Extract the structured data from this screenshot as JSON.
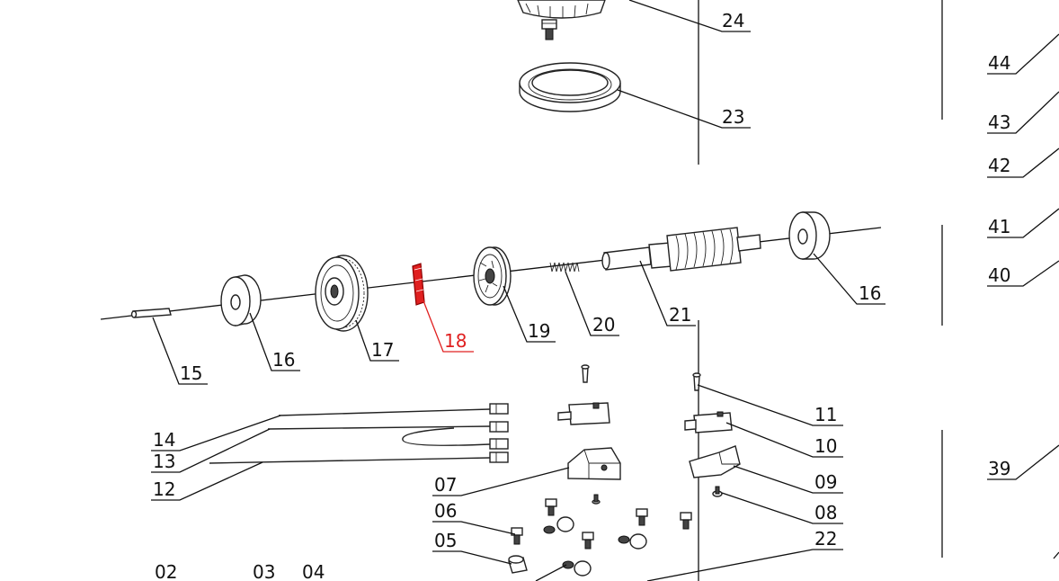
{
  "highlight_color": "#e02020",
  "line_color": "#111111",
  "highlighted_part": "18",
  "labels": [
    {
      "id": "p24",
      "text": "24"
    },
    {
      "id": "p23",
      "text": "23"
    },
    {
      "id": "p44",
      "text": "44"
    },
    {
      "id": "p43",
      "text": "43"
    },
    {
      "id": "p42",
      "text": "42"
    },
    {
      "id": "p41",
      "text": "41"
    },
    {
      "id": "p40",
      "text": "40"
    },
    {
      "id": "p39",
      "text": "39"
    },
    {
      "id": "p16a",
      "text": "16"
    },
    {
      "id": "p16b",
      "text": "16"
    },
    {
      "id": "p15",
      "text": "15"
    },
    {
      "id": "p17",
      "text": "17"
    },
    {
      "id": "p18",
      "text": "18"
    },
    {
      "id": "p19",
      "text": "19"
    },
    {
      "id": "p20",
      "text": "20"
    },
    {
      "id": "p21",
      "text": "21"
    },
    {
      "id": "p11",
      "text": "11"
    },
    {
      "id": "p10",
      "text": "10"
    },
    {
      "id": "p09",
      "text": "09"
    },
    {
      "id": "p08",
      "text": "08"
    },
    {
      "id": "p22",
      "text": "22"
    },
    {
      "id": "p14",
      "text": "14"
    },
    {
      "id": "p13",
      "text": "13"
    },
    {
      "id": "p12",
      "text": "12"
    },
    {
      "id": "p07",
      "text": "07"
    },
    {
      "id": "p06",
      "text": "06"
    },
    {
      "id": "p05",
      "text": "05"
    },
    {
      "id": "p02",
      "text": "02"
    },
    {
      "id": "p03",
      "text": "03"
    },
    {
      "id": "p04",
      "text": "04"
    }
  ]
}
